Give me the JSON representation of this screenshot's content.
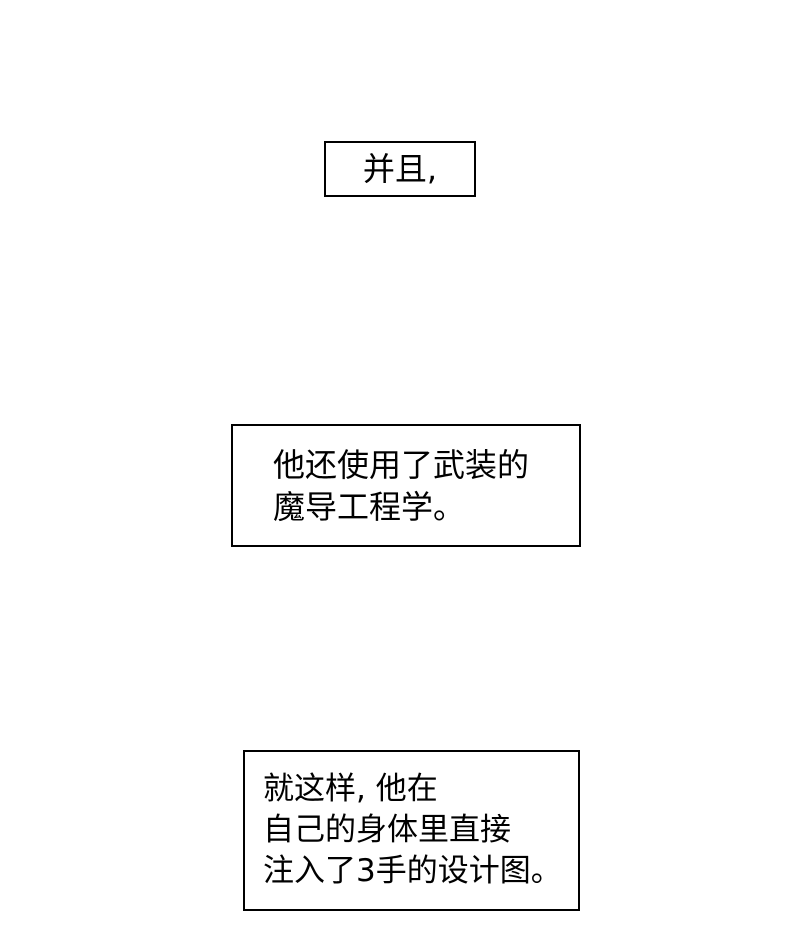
{
  "captions": [
    {
      "lines": [
        "并且,"
      ]
    },
    {
      "lines": [
        "他还使用了武装的",
        "魔导工程学。"
      ]
    },
    {
      "lines": [
        "就这样, 他在",
        "自己的身体里直接",
        "注入了3手的设计图。"
      ]
    }
  ]
}
